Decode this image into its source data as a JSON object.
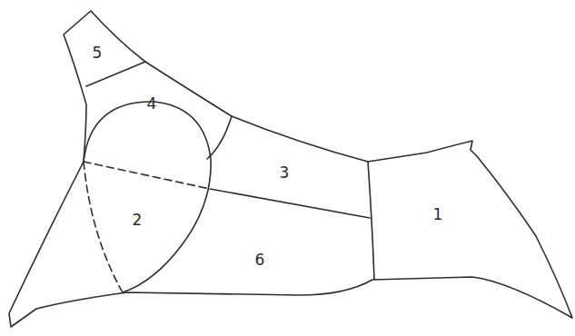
{
  "diagram": {
    "labels": [
      "5",
      "4",
      "3",
      "1",
      "2",
      "6"
    ]
  }
}
